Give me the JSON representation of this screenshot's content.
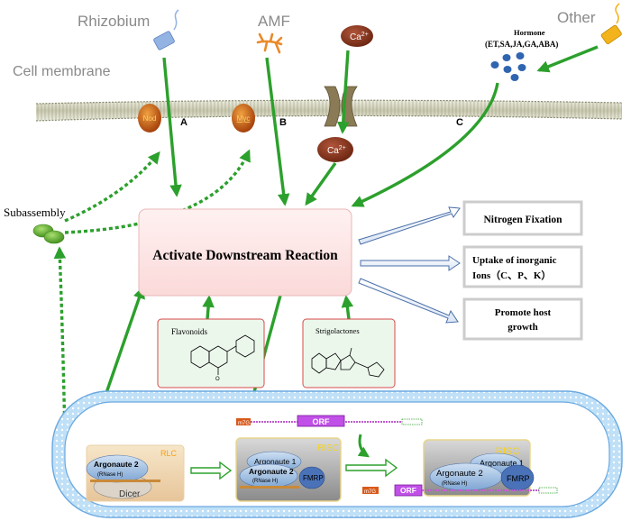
{
  "labels": {
    "rhizobium": "Rhizobium",
    "amf": "AMF",
    "ca": "Ca",
    "ca_sup": "2+",
    "other": "Other",
    "hormone_title": "Hormone",
    "hormone_list": "(ET,SA,JA,GA,ABA)",
    "cell_membrane": "Cell membrane",
    "nod": "Nod",
    "myc": "Myc",
    "letter_a": "A",
    "letter_b": "B",
    "letter_c": "C",
    "subassembly": "Subassembly",
    "activate": "Activate Downstream Reaction",
    "flavonoids": "Flavonoids",
    "strigolactones": "Strigolactones"
  },
  "outcomes": {
    "nitrogen": "Nitrogen Fixation",
    "uptake_line1": "Uptake of inorganic",
    "uptake_line2": "Ions（C、P、K）",
    "growth_line1": "Promote host",
    "growth_line2": "growth"
  },
  "rna": {
    "rlc": "RLC",
    "risc": "RISC",
    "argonaute2": "Argonaute 2",
    "argonaute1": "Argonaute 1",
    "rnase_h": "(RNase H)",
    "dicer": "Dicer",
    "fmrp": "FMRP",
    "orf": "ORF",
    "m7g": "m7G"
  },
  "colors": {
    "arrow_green": "#2ca02c",
    "activate_fill": "#fde4e4",
    "membrane": "#d9d9c5",
    "nod_fill": "#c0560f",
    "ca_fill": "#8b3a1e",
    "hormone_dots": "#2f65b0",
    "nucleus_border": "#6aa8e0",
    "orf_fill": "#c050e8"
  }
}
